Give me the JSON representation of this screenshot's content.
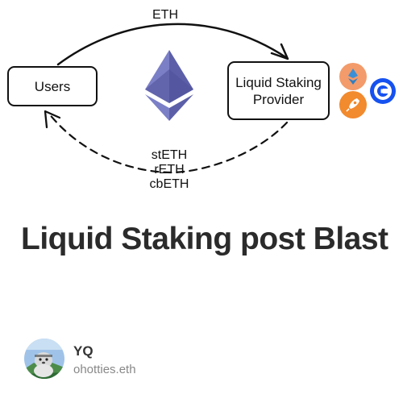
{
  "diagram": {
    "users_label": "Users",
    "provider_label": "Liquid Staking Provider",
    "eth_flow_label": "ETH",
    "token_flow_labels": [
      "stETH",
      "rETH",
      "cbETH"
    ],
    "central_icon": "ethereum-logo-icon",
    "provider_logos": [
      "lido-logo-icon",
      "rocket-pool-logo-icon",
      "coinbase-logo-icon"
    ]
  },
  "post": {
    "title": "Liquid Staking post Blast"
  },
  "author": {
    "name": "YQ",
    "handle": "ohotties.eth",
    "avatar_icon": "seal-avatar-icon"
  },
  "colors": {
    "eth_logo": "#6b6fb8",
    "lido_bg": "#f39b6a",
    "rocket_pool_bg": "#f28a2e",
    "coinbase_blue": "#1652f0",
    "title_text": "#2b2b2b",
    "handle_text": "#888888"
  }
}
